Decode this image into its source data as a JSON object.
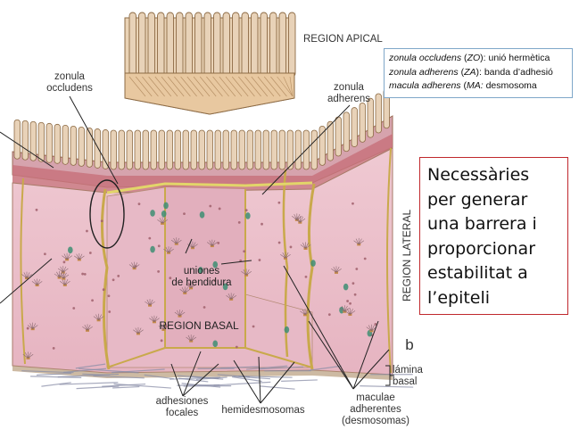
{
  "labels": {
    "region_apical": "REGION APICAL",
    "zonula_occludens": [
      "zonula",
      "occludens"
    ],
    "zonula_adherens": [
      "zonula",
      "adherens"
    ],
    "uniones": [
      "uniones",
      "de hendidura"
    ],
    "region_basal": "REGION BASAL",
    "region_lateral": "REGION LATERAL",
    "b": "b",
    "lamina_basal": [
      "lámina",
      "basal"
    ],
    "adhesiones_focales": [
      "adhesiones",
      "focales"
    ],
    "hemidesmosomas": "hemidesmosomas",
    "maculae": [
      "maculae",
      "adherentes",
      "(desmosomas)"
    ]
  },
  "legend": {
    "rows": [
      {
        "term": "zonula occludens",
        "open": " (",
        "abbr": "ZO",
        "rest": "): unió hermètica"
      },
      {
        "term": "zonula adherens",
        "open": " (",
        "abbr": "ZA",
        "rest": "): banda d’adhesió"
      },
      {
        "term": "macula adherens",
        "open": " (",
        "abbr": "MA:",
        "rest": " desmosoma"
      }
    ]
  },
  "callout": {
    "text": "Necessàries per generar una barrera i proporcionar estabilitat a l’epiteli"
  },
  "colors": {
    "cytoplasm": "#ecc6cf",
    "cell_face": "#e3adbc",
    "membrane": "#c9a94b",
    "microvilli": "#e8d2b8",
    "callout_border": "#c0282d",
    "legend_border": "#7fa7c9",
    "fibers": "#8a8ea8"
  }
}
